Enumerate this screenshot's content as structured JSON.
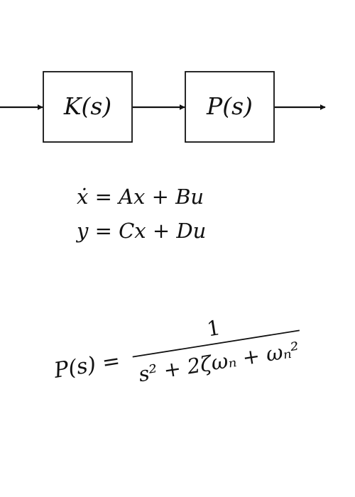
{
  "diagram": {
    "blocks": [
      {
        "id": "controller",
        "label": "K(s)"
      },
      {
        "id": "plant",
        "label": "P(s)"
      }
    ],
    "equations": {
      "state": "ẋ = Ax + Bu",
      "output": "y = Cx + Du"
    },
    "transfer_function": {
      "lhs": "P(s) =",
      "numerator": "1",
      "denominator": "s² + 2ζωₙ + ωₙ²"
    }
  }
}
